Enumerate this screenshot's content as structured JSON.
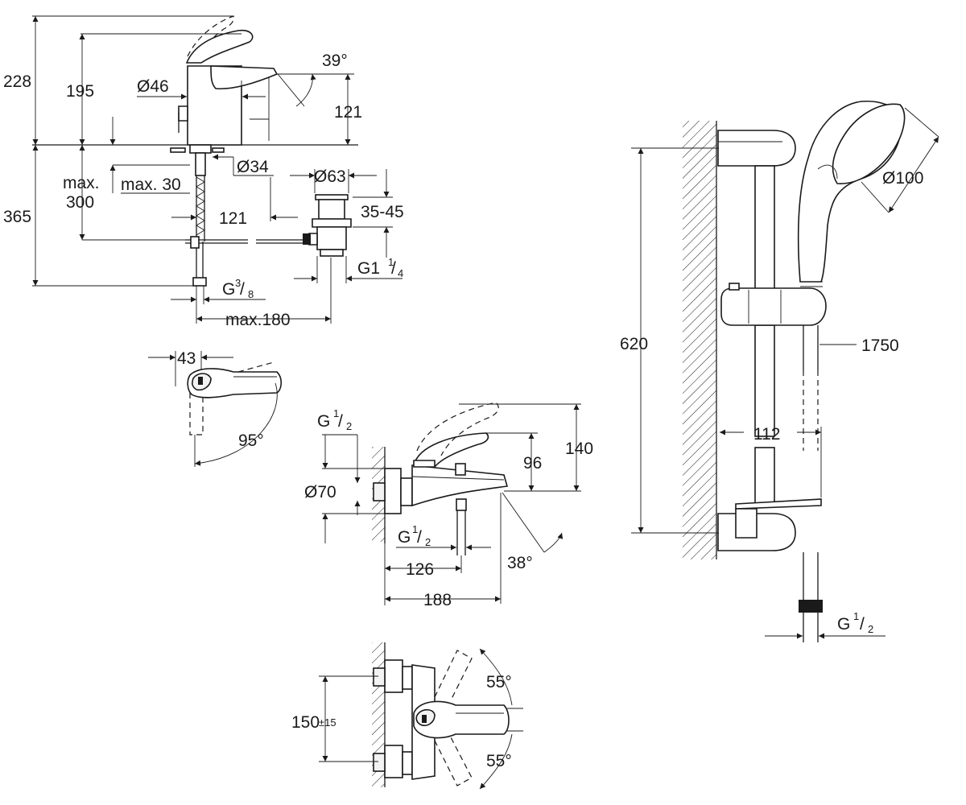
{
  "basin_mixer": {
    "dims": {
      "total_height": "228",
      "spout_height": "195",
      "body_diameter": "Ø46",
      "spout_angle": "39°",
      "outlet_height": "121",
      "below_deck": "365",
      "tail_diameter": "Ø34",
      "max_worktop": "max. 30",
      "max_300_a": "max.",
      "max_300_b": "300",
      "projection": "121",
      "waste_diameter": "Ø63",
      "waste_range": "35-45",
      "waste_thread": "G1",
      "waste_thread_num": "1",
      "waste_thread_den": "4",
      "supply_thread": "G",
      "supply_thread_num": "3",
      "supply_thread_den": "8",
      "max_180": "max.180"
    }
  },
  "lever_top_view": {
    "dims": {
      "lever_offset": "43",
      "swing_angle": "95°"
    }
  },
  "bath_mixer": {
    "dims": {
      "inlet_thread": "G",
      "inlet_thread_num": "1",
      "inlet_thread_den": "2",
      "rosette_diameter": "Ø70",
      "lever_height": "96",
      "total_height": "140",
      "outlet_thread": "G",
      "outlet_thread_num": "1",
      "outlet_thread_den": "2",
      "outlet_projection": "126",
      "spout_angle": "38°",
      "total_projection": "188"
    }
  },
  "bath_mixer_top_view": {
    "dims": {
      "centres": "150",
      "centres_tolerance": "±15",
      "angle_up": "55°",
      "angle_down": "55°"
    }
  },
  "shower_set": {
    "dims": {
      "rail_length": "620",
      "head_diameter": "Ø100",
      "hose_length": "1750",
      "rail_offset": "112",
      "hose_thread": "G",
      "hose_thread_num": "1",
      "hose_thread_den": "2"
    }
  }
}
